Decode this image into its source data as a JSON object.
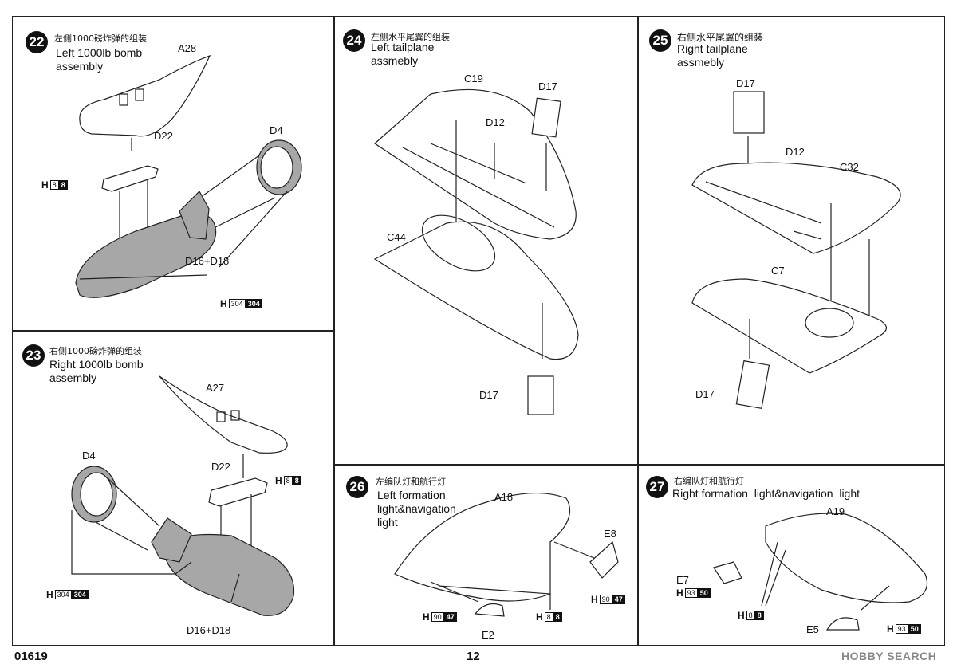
{
  "steps": [
    {
      "num": "22",
      "cn": "左侧1000磅炸弹的组装",
      "en": "Left 1000lb bomb\nassembly"
    },
    {
      "num": "23",
      "cn": "右侧1000磅炸弹的组装",
      "en": "Right 1000lb bomb\nassembly"
    },
    {
      "num": "24",
      "cn": "左侧水平尾翼的组装",
      "en": "Left tailplane\nassmebly"
    },
    {
      "num": "25",
      "cn": "右侧水平尾翼的组装",
      "en": "Right tailplane\nassmebly"
    },
    {
      "num": "26",
      "cn": "左编队灯和航行灯",
      "en": "Left formation\nlight&navigation\nlight"
    },
    {
      "num": "27",
      "cn": "右编队灯和航行灯",
      "en": "Right formation  light&navigation  light"
    }
  ],
  "parts": {
    "p22": [
      "A28",
      "D22",
      "D4",
      "D16+D18"
    ],
    "p23": [
      "A27",
      "D4",
      "D22",
      "D16+D18"
    ],
    "p24": [
      "C19",
      "D17",
      "D12",
      "C44",
      "D17"
    ],
    "p25": [
      "D17",
      "D12",
      "C32",
      "C7",
      "D17"
    ],
    "p26": [
      "A18",
      "E8",
      "E2"
    ],
    "p27": [
      "A19",
      "E7",
      "E5"
    ]
  },
  "paints": [
    {
      "h": "H",
      "a": "8",
      "b": "8"
    },
    {
      "h": "H",
      "a": "304",
      "b": "304"
    },
    {
      "h": "H",
      "a": "8",
      "b": "8"
    },
    {
      "h": "H",
      "a": "304",
      "b": "304"
    },
    {
      "h": "H",
      "a": "90",
      "b": "47"
    },
    {
      "h": "H",
      "a": "90",
      "b": "47"
    },
    {
      "h": "H",
      "a": "8",
      "b": "8"
    },
    {
      "h": "H",
      "a": "93",
      "b": "50"
    },
    {
      "h": "H",
      "a": "8",
      "b": "8"
    },
    {
      "h": "H",
      "a": "93",
      "b": "50"
    }
  ],
  "footer": {
    "code": "01619",
    "page": "12",
    "brand": "HOBBY SEARCH"
  },
  "colors": {
    "part_grey": "#a7a7a7",
    "line": "#222222"
  }
}
